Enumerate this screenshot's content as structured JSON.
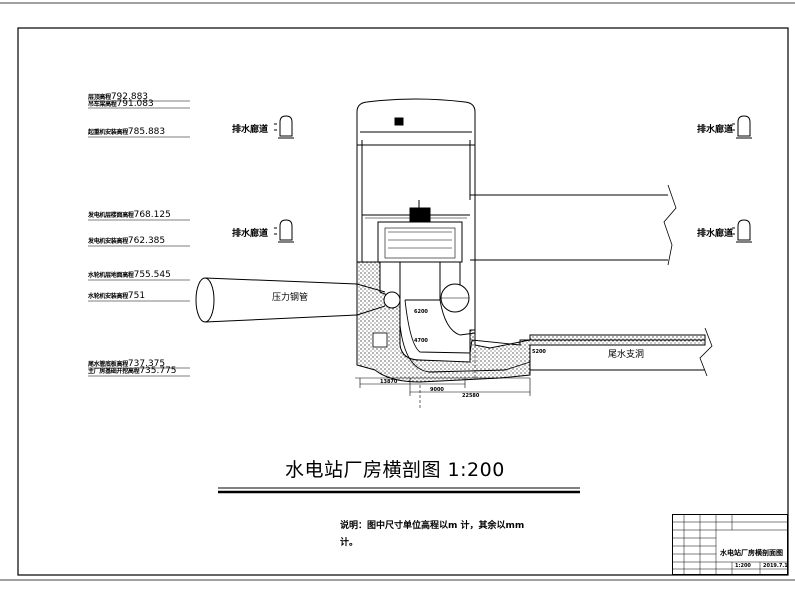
{
  "elevations": [
    {
      "label": "层顶高程",
      "value": "792.883"
    },
    {
      "label": "吊车梁高程",
      "value": "791.083"
    },
    {
      "label": "起重机安装高程",
      "value": "785.883"
    },
    {
      "label": "发电机层楼面高程",
      "value": "768.125"
    },
    {
      "label": "发电机安装高程",
      "value": "762.385"
    },
    {
      "label": "水轮机层地面高程",
      "value": "755.545"
    },
    {
      "label": "水轮机安装高程",
      "value": "751"
    },
    {
      "label": "尾水管底板高程",
      "value": "737.375"
    },
    {
      "label": "主厂房基础开挖高程",
      "value": "735.775"
    }
  ],
  "labels": {
    "drain1": "排水廊道",
    "drain2": "排水廊道",
    "drain3": "排水廊道",
    "drain4": "排水廊道",
    "penstock": "压力钢管",
    "tailrace": "尾水支洞"
  },
  "dimensions": {
    "d1": "13870",
    "d2": "9000",
    "d3": "22580",
    "d4": "4700",
    "d5": "6200",
    "d6": "5200"
  },
  "title": "水电站厂房横剖图 1:200",
  "note": {
    "prefix": "说明：",
    "line1": "图中尺寸单位高程以m 计，其余以mm",
    "line2": "计。"
  },
  "title_block": {
    "drawing_name": "水电站厂房横剖面图",
    "scale": "1:200",
    "date": "2019.7.1"
  }
}
